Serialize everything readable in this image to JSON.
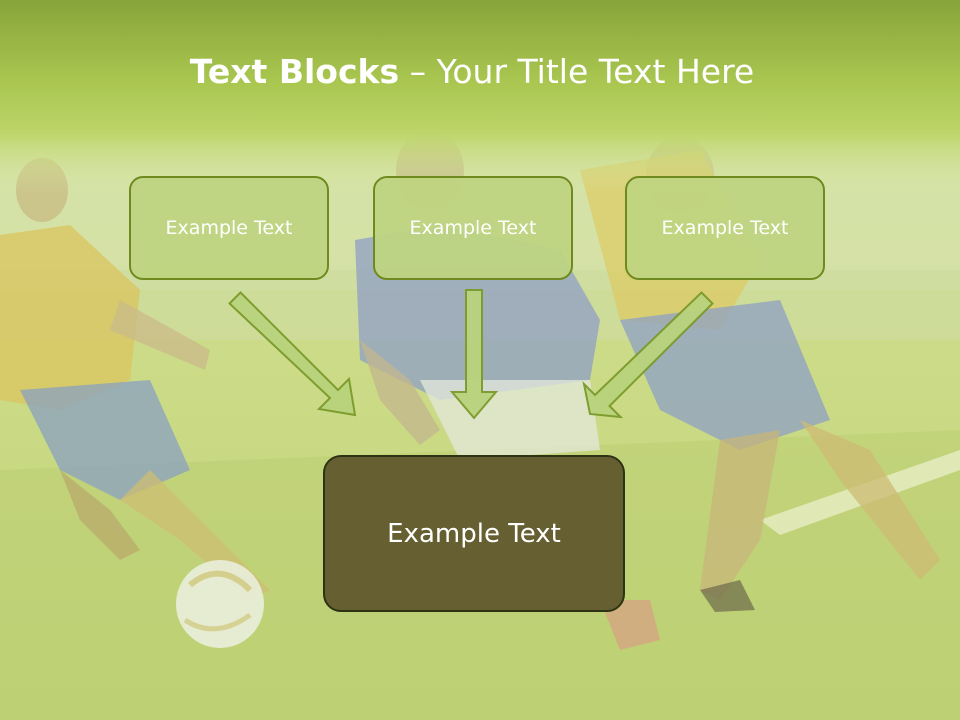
{
  "title": {
    "bold": "Text Blocks",
    "rest": " – Your Title Text Here"
  },
  "blocks": {
    "top_left": "Example Text",
    "top_center": "Example Text",
    "top_right": "Example Text",
    "bottom": "Example Text"
  },
  "colors": {
    "header_green": "#8fae3a",
    "box_fill": "#bed480",
    "box_border": "#6f8a1f",
    "bottom_box_fill": "#665f32",
    "arrow_fill": "#b9d37d"
  }
}
